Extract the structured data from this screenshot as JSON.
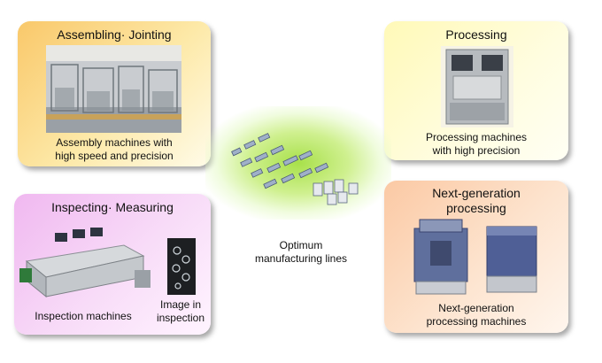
{
  "cards": {
    "assembling": {
      "title": "Assembling· Jointing",
      "caption": [
        "Assembly machines with",
        "high speed and precision"
      ]
    },
    "processing": {
      "title": "Processing",
      "caption": [
        "Processing machines",
        "with high precision"
      ]
    },
    "inspecting": {
      "title": "Inspecting· Measuring",
      "caption_left": "Inspection machines",
      "caption_right": [
        "Image in",
        "inspection"
      ]
    },
    "nextgen": {
      "title": [
        "Next-generation",
        "processing"
      ],
      "caption": [
        "Next-generation",
        "processing machines"
      ]
    }
  },
  "center": {
    "caption": [
      "Optimum",
      "manufacturing lines"
    ]
  },
  "colors": {
    "assembling": "#f9c86a",
    "processing": "#fff9b8",
    "inspecting": "#f0b8f0",
    "nextgen": "#fbc9a4",
    "glow": "#a8e04a"
  }
}
